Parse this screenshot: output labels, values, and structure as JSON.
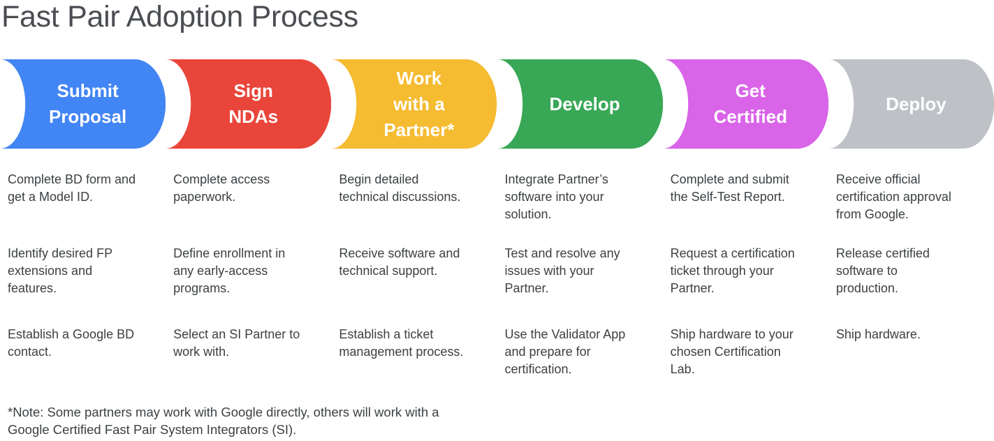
{
  "title": "Fast Pair Adoption Process",
  "note": "*Note: Some partners may work with Google directly, others will work with a\nGoogle Certified Fast Pair System Integrators (SI).",
  "stages": [
    {
      "label": "Submit\nProposal",
      "color": "#4285F4",
      "items": [
        "Complete BD form and\nget a Model ID.",
        "Identify desired FP\nextensions and\nfeatures.",
        "Establish a Google BD\ncontact."
      ]
    },
    {
      "label": "Sign\nNDAs",
      "color": "#E9453A",
      "items": [
        "Complete access\npaperwork.",
        "Define enrollment in\nany early-access\nprograms.",
        "Select an SI Partner to\nwork with."
      ]
    },
    {
      "label": "Work\nwith a\nPartner*",
      "color": "#F5BB31",
      "items": [
        "Begin detailed\ntechnical discussions.",
        "Receive software and\ntechnical support.",
        "Establish a ticket\nmanagement process."
      ]
    },
    {
      "label": "Develop",
      "color": "#38A857",
      "items": [
        "Integrate Partner’s\nsoftware into your\nsolution.",
        "Test and resolve any\nissues with your\nPartner.",
        "Use the Validator App\nand prepare for\ncertification."
      ]
    },
    {
      "label": "Get\nCertified",
      "color": "#D964E8",
      "items": [
        "Complete and submit\nthe Self-Test Report.",
        "Request a certification\nticket through your\nPartner.",
        "Ship hardware to your\nchosen Certification\nLab."
      ]
    },
    {
      "label": "Deploy",
      "color": "#BEC2C6",
      "items": [
        "Receive official\ncertification approval\nfrom Google.",
        "Release certified\nsoftware to\nproduction.",
        "Ship hardware."
      ]
    }
  ]
}
